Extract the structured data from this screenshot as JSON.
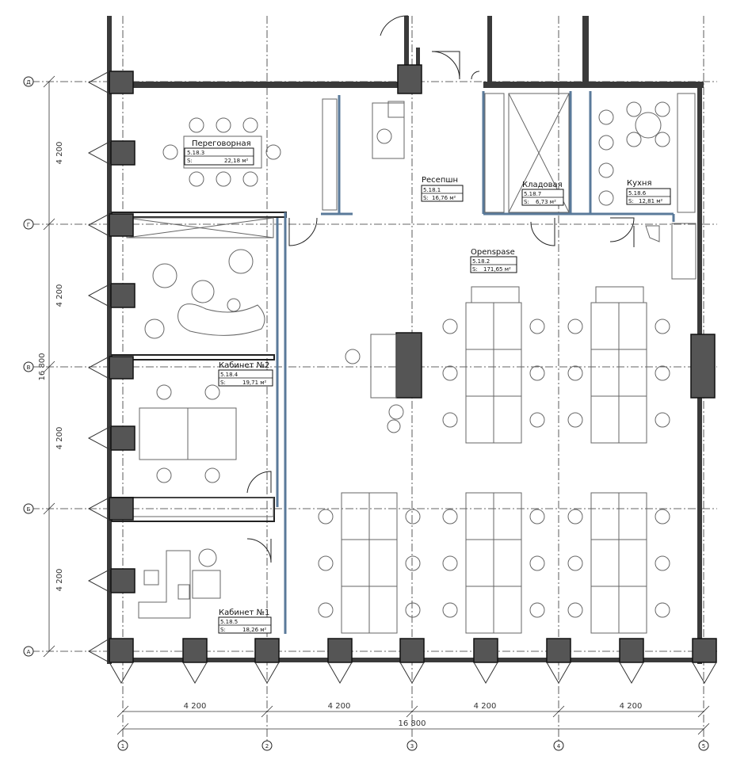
{
  "rooms": [
    {
      "name": "Переговорная",
      "code": "5.18.3",
      "area": "22,18 м²",
      "area_prefix": "S:"
    },
    {
      "name": "Ресепшн",
      "code": "5.18.1",
      "area": "16,76 м²",
      "area_prefix": "S:"
    },
    {
      "name": "Кладовая",
      "code": "5.18.7",
      "area": "6,73 м²",
      "area_prefix": "S:"
    },
    {
      "name": "Кухня",
      "code": "5.18.6",
      "area": "12,81 м²",
      "area_prefix": "S:"
    },
    {
      "name": "Openspase",
      "code": "5.18.2",
      "area": "171,65 м²",
      "area_prefix": "S:"
    },
    {
      "name": "Кабинет №2",
      "code": "5.18.4",
      "area": "19,71 м²",
      "area_prefix": "S:"
    },
    {
      "name": "Кабинет №1",
      "code": "5.18.5",
      "area": "18,26 м²",
      "area_prefix": "S:"
    }
  ],
  "axes_horizontal": [
    "Д",
    "Г",
    "В",
    "Б",
    "А"
  ],
  "axes_vertical": [
    "1",
    "2",
    "3",
    "4",
    "5"
  ],
  "dims_bottom": [
    "4 200",
    "4 200",
    "4 200",
    "4 200"
  ],
  "dim_bottom_total": "16 800",
  "dims_left": [
    "4 200",
    "4 200",
    "4 200",
    "4 200"
  ],
  "dim_left_total": "16 800"
}
